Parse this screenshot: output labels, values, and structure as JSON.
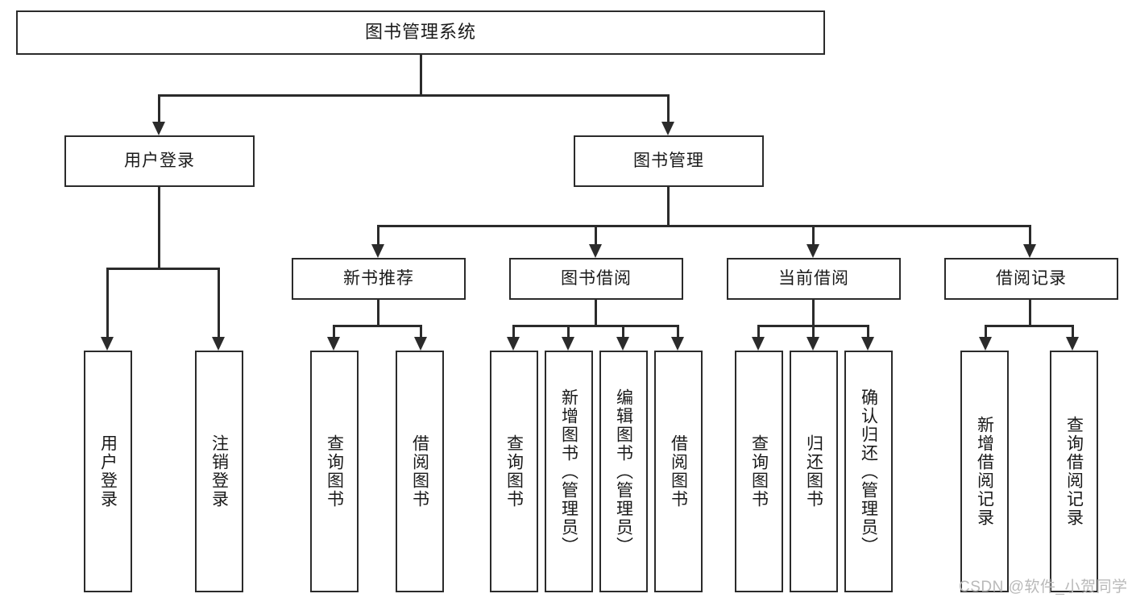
{
  "diagram": {
    "type": "tree-hierarchy-functional-structure",
    "root": {
      "id": "root",
      "label": "图书管理系统"
    },
    "level2": [
      {
        "id": "user-login",
        "label": "用户登录"
      },
      {
        "id": "book-management",
        "label": "图书管理"
      }
    ],
    "level3": [
      {
        "id": "new-book-recommend",
        "label": "新书推荐"
      },
      {
        "id": "book-borrow",
        "label": "图书借阅"
      },
      {
        "id": "current-borrow",
        "label": "当前借阅"
      },
      {
        "id": "borrow-record",
        "label": "借阅记录"
      }
    ],
    "leaves": {
      "user_login": [
        {
          "id": "leaf-user-login",
          "label": "用户登录"
        },
        {
          "id": "leaf-user-logout",
          "label": "注销登录"
        }
      ],
      "new_book_recommend": [
        {
          "id": "leaf-query-book-1",
          "label": "查询图书"
        },
        {
          "id": "leaf-borrow-book-1",
          "label": "借阅图书"
        }
      ],
      "book_borrow": [
        {
          "id": "leaf-query-book-2",
          "label": "查询图书"
        },
        {
          "id": "leaf-add-book",
          "label": "新增图书（管理员）"
        },
        {
          "id": "leaf-edit-book",
          "label": "编辑图书（管理员）"
        },
        {
          "id": "leaf-borrow-book-2",
          "label": "借阅图书"
        }
      ],
      "current_borrow": [
        {
          "id": "leaf-query-book-3",
          "label": "查询图书"
        },
        {
          "id": "leaf-return-book",
          "label": "归还图书"
        },
        {
          "id": "leaf-confirm-return",
          "label": "确认归还（管理员）"
        }
      ],
      "borrow_record": [
        {
          "id": "leaf-add-record",
          "label": "新增借阅记录"
        },
        {
          "id": "leaf-query-record",
          "label": "查询借阅记录"
        }
      ]
    }
  },
  "watermark": {
    "text": "CSDN @软件_小贺同学"
  },
  "colors": {
    "stroke": "#2b2b2b",
    "fill": "#ffffff",
    "text": "#1a1a1a",
    "watermark": "#b9b9b9"
  }
}
